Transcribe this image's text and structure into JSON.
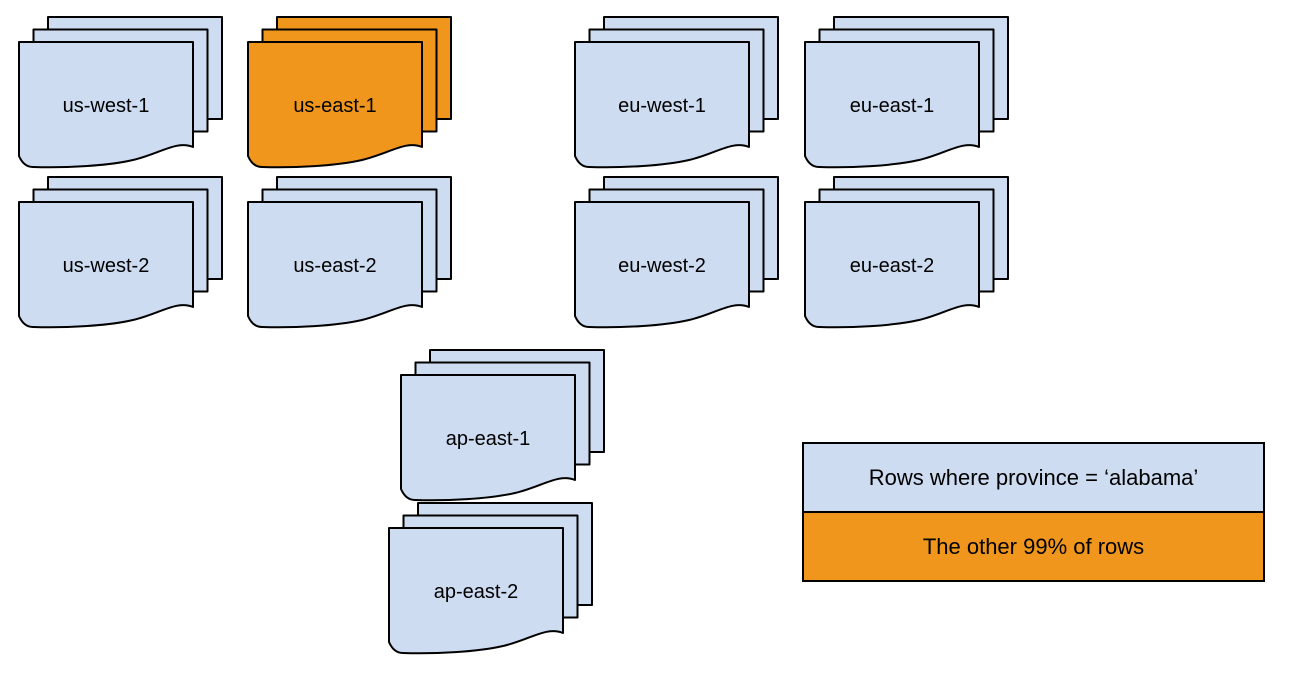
{
  "colors": {
    "region_fill": "#cddcf1",
    "highlight_fill": "#f0961d",
    "stroke": "#000000",
    "canvas_background": "#ffffff"
  },
  "stacks": [
    {
      "label": "us-west-1",
      "icon": "document-stack-icon",
      "highlighted": false
    },
    {
      "label": "us-east-1",
      "icon": "document-stack-icon",
      "highlighted": true
    },
    {
      "label": "eu-west-1",
      "icon": "document-stack-icon",
      "highlighted": false
    },
    {
      "label": "eu-east-1",
      "icon": "document-stack-icon",
      "highlighted": false
    },
    {
      "label": "us-west-2",
      "icon": "document-stack-icon",
      "highlighted": false
    },
    {
      "label": "us-east-2",
      "icon": "document-stack-icon",
      "highlighted": false
    },
    {
      "label": "eu-west-2",
      "icon": "document-stack-icon",
      "highlighted": false
    },
    {
      "label": "eu-east-2",
      "icon": "document-stack-icon",
      "highlighted": false
    },
    {
      "label": "ap-east-1",
      "icon": "document-stack-icon",
      "highlighted": false
    },
    {
      "label": "ap-east-2",
      "icon": "document-stack-icon",
      "highlighted": false
    }
  ],
  "legend": {
    "items": [
      {
        "label": "Rows where province = ‘alabama’",
        "swatch": "region_fill"
      },
      {
        "label": "The other 99% of rows",
        "swatch": "highlight_fill"
      }
    ]
  }
}
